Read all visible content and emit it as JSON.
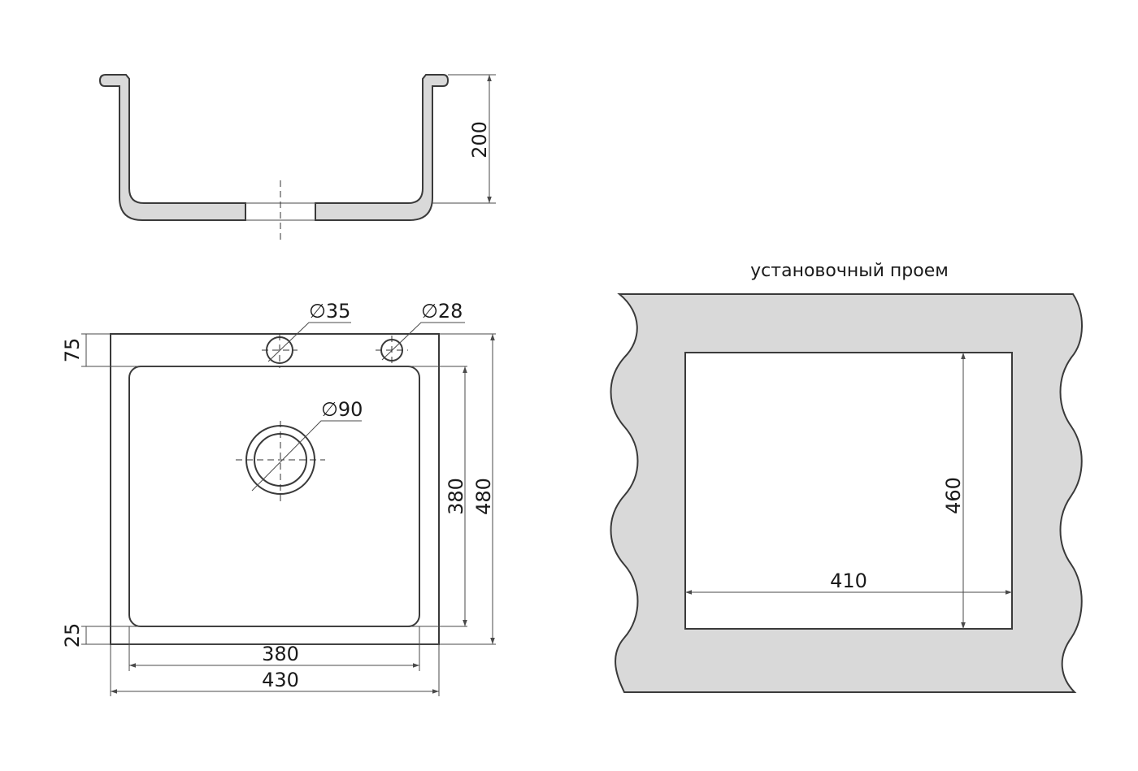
{
  "colors": {
    "fill": "#d9d9d9",
    "line": "#3a3a3a",
    "background": "#ffffff"
  },
  "side_view": {
    "height": "200"
  },
  "top_view": {
    "hole_1": "∅35",
    "hole_2": "∅28",
    "drain": "∅90",
    "rim_back": "75",
    "rim_front": "25",
    "bowl_depth": "380",
    "total_depth": "480",
    "bowl_width": "380",
    "total_width": "430"
  },
  "cutout": {
    "caption": "установочный проем",
    "height": "460",
    "width": "410"
  }
}
